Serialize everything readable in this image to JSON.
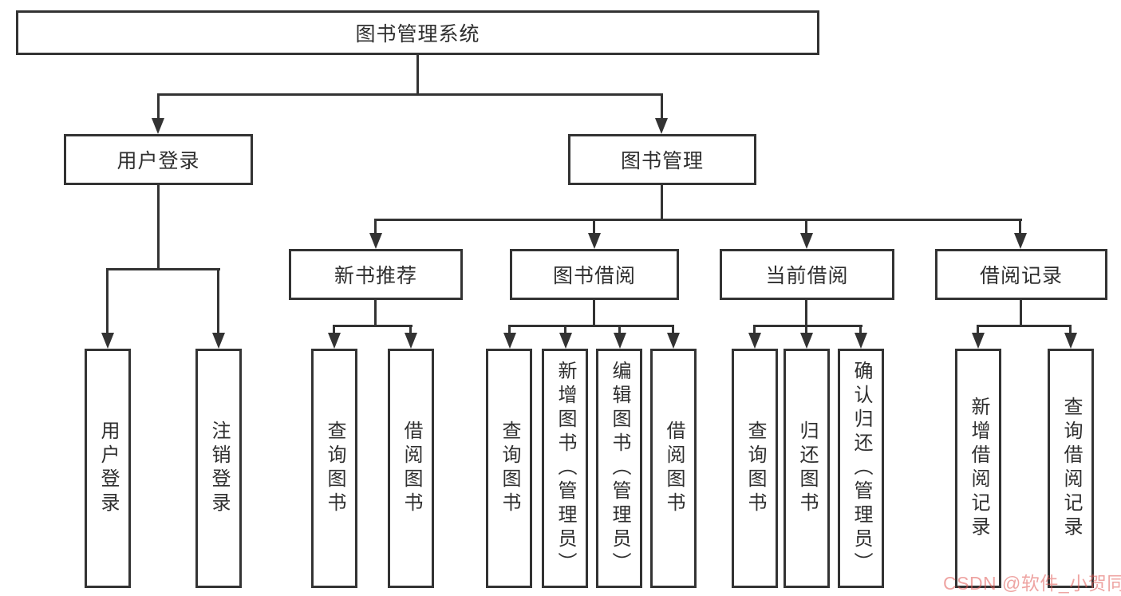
{
  "tree": {
    "root": {
      "label": "图书管理系统"
    },
    "branches": [
      {
        "label": "用户登录",
        "children": [
          {
            "label": "用户登录"
          },
          {
            "label": "注销登录"
          }
        ]
      },
      {
        "label": "图书管理",
        "children": [
          {
            "label": "新书推荐",
            "children": [
              {
                "label": "查询图书"
              },
              {
                "label": "借阅图书"
              }
            ]
          },
          {
            "label": "图书借阅",
            "children": [
              {
                "label": "查询图书"
              },
              {
                "label": "新增图书（管理员）"
              },
              {
                "label": "编辑图书（管理员）"
              },
              {
                "label": "借阅图书"
              }
            ]
          },
          {
            "label": "当前借阅",
            "children": [
              {
                "label": "查询图书"
              },
              {
                "label": "归还图书"
              },
              {
                "label": "确认归还（管理员）"
              }
            ]
          },
          {
            "label": "借阅记录",
            "children": [
              {
                "label": "新增借阅记录"
              },
              {
                "label": "查询借阅记录"
              }
            ]
          }
        ]
      }
    ]
  },
  "watermark": {
    "text": "CSDN @软件_小贺同学"
  },
  "colors": {
    "background": "#ffffff",
    "box_border": "#333333",
    "connector_line": "#333333",
    "text": "#2f2f2f",
    "watermark": "#e05a55"
  }
}
